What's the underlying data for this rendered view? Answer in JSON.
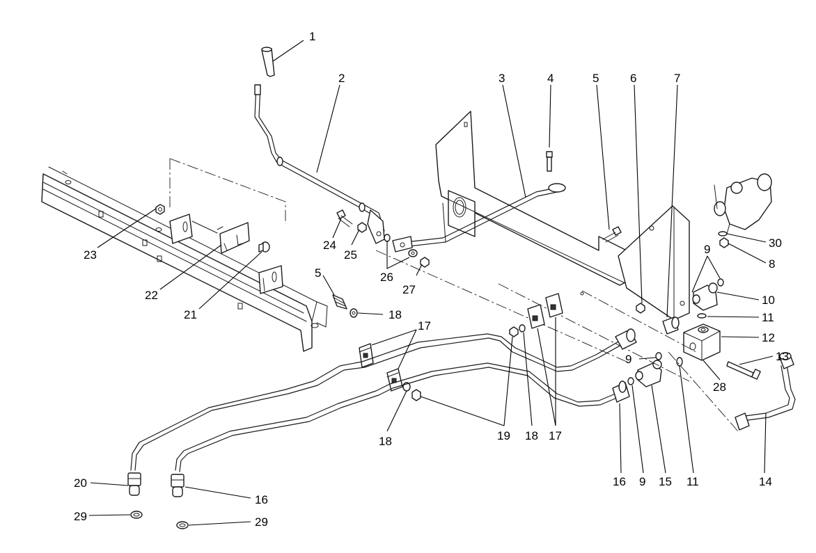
{
  "callouts": [
    "1",
    "2",
    "3",
    "4",
    "5",
    "6",
    "7",
    "9",
    "30",
    "8",
    "10",
    "11",
    "12",
    "13",
    "28",
    "14",
    "23",
    "24",
    "25",
    "22",
    "21",
    "26",
    "27",
    "5",
    "18",
    "17",
    "19",
    "18",
    "17",
    "18",
    "9",
    "16",
    "9",
    "15",
    "11",
    "20",
    "16",
    "29",
    "29"
  ]
}
